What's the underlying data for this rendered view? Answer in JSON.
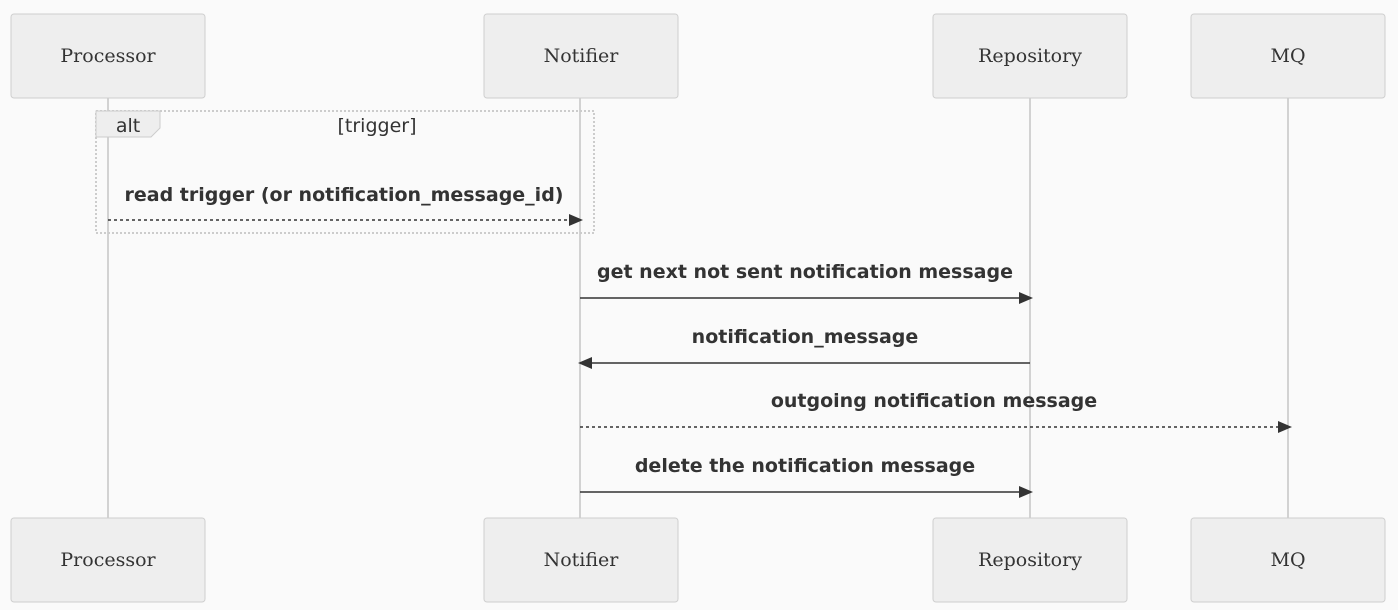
{
  "actors": [
    {
      "id": "processor",
      "label": "Processor"
    },
    {
      "id": "notifier",
      "label": "Notifier"
    },
    {
      "id": "repository",
      "label": "Repository"
    },
    {
      "id": "mq",
      "label": "MQ"
    }
  ],
  "alt_block": {
    "keyword": "alt",
    "condition": "[trigger]"
  },
  "messages": [
    {
      "from": "processor",
      "to": "notifier",
      "label": "read trigger (or notification_message_id)",
      "style": "dotted"
    },
    {
      "from": "notifier",
      "to": "repository",
      "label": "get next not sent notification message",
      "style": "solid"
    },
    {
      "from": "repository",
      "to": "notifier",
      "label": "notification_message",
      "style": "solid"
    },
    {
      "from": "notifier",
      "to": "mq",
      "label": "outgoing notification message",
      "style": "dotted"
    },
    {
      "from": "notifier",
      "to": "repository",
      "label": "delete the notification message",
      "style": "solid"
    }
  ]
}
